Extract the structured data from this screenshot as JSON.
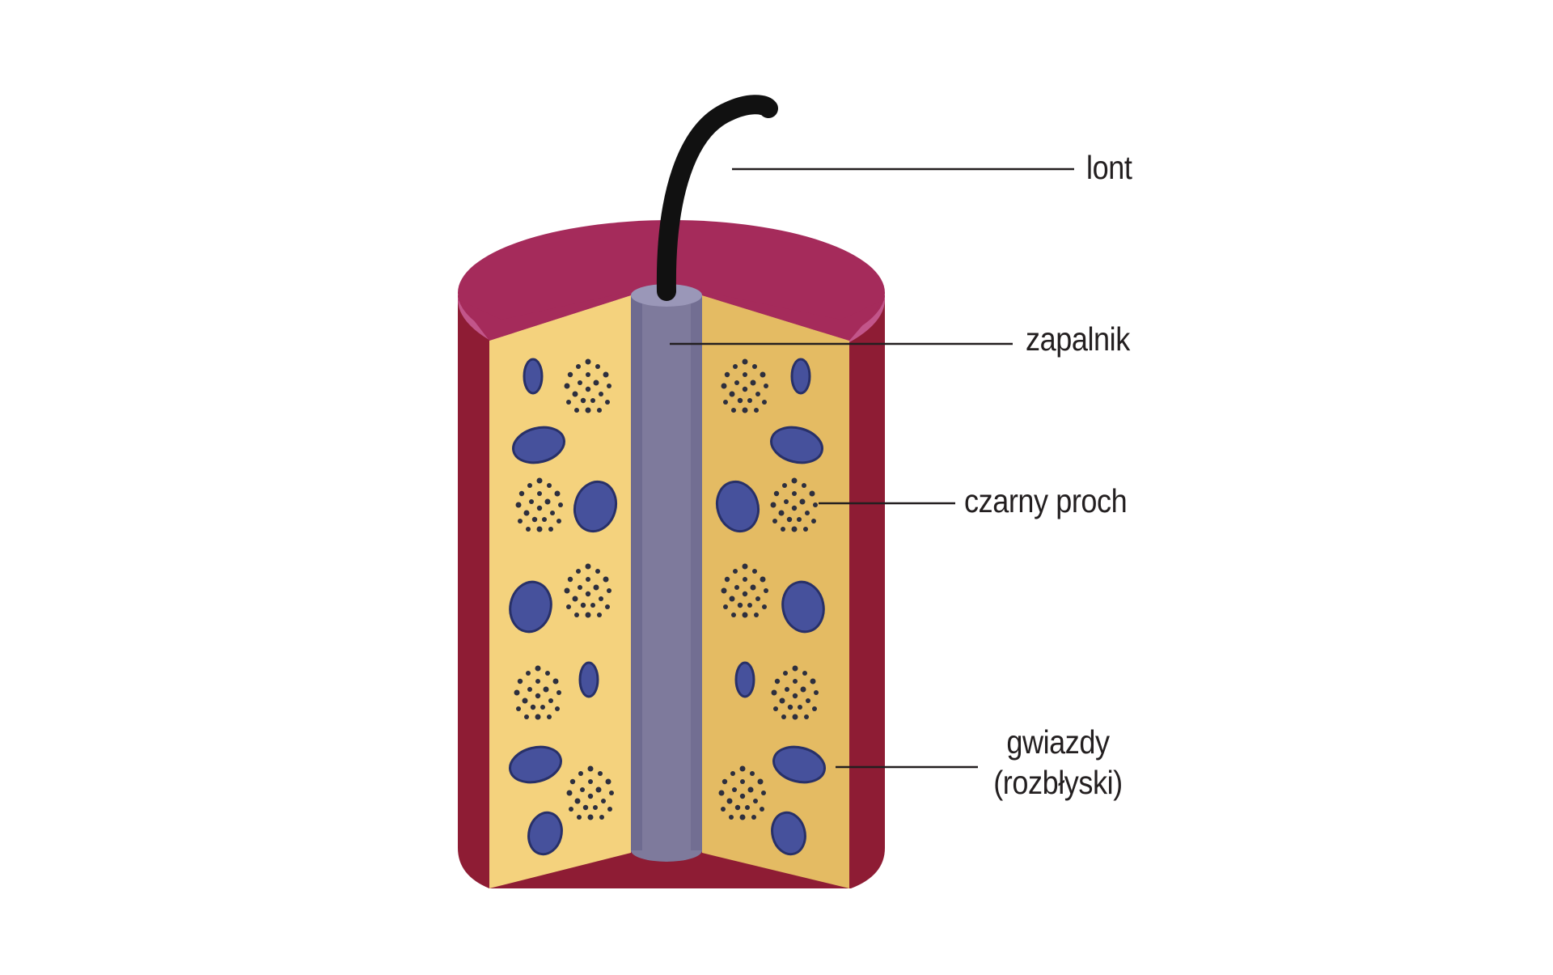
{
  "diagram": {
    "labels": {
      "fuse": "lont",
      "igniter": "zapalnik",
      "black_powder": "czarny proch",
      "stars_line1": "gwiazdy",
      "stars_line2": "(rozbłyski)"
    },
    "colors": {
      "tube_outer": "#8e1c34",
      "tube_top": "#a52b5b",
      "tube_rim": "#c2558a",
      "fill_left": "#f4d27d",
      "fill_right": "#e4bb63",
      "igniter": "#7e7a9c",
      "igniter_top": "#9a97b8",
      "fuse": "#111111",
      "stars_fill": "#46519c",
      "stars_outline": "#283068",
      "powder_dots": "#2d2f3e",
      "leader_line": "#231f20"
    }
  }
}
